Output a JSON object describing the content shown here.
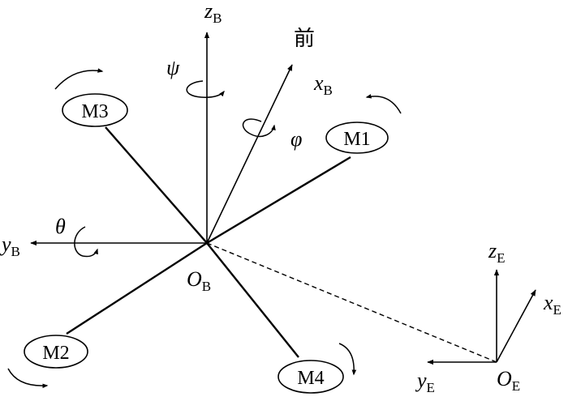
{
  "body_frame": {
    "z_axis": {
      "symbol": "z",
      "subscript": "B"
    },
    "x_axis": {
      "symbol": "x",
      "subscript": "B"
    },
    "y_axis": {
      "symbol": "y",
      "subscript": "B"
    },
    "origin": {
      "symbol": "O",
      "subscript": "B"
    },
    "forward_label": "前",
    "angles": {
      "yaw": "ψ",
      "roll": "φ",
      "pitch": "θ"
    }
  },
  "earth_frame": {
    "z_axis": {
      "symbol": "z",
      "subscript": "E"
    },
    "x_axis": {
      "symbol": "x",
      "subscript": "E"
    },
    "y_axis": {
      "symbol": "y",
      "subscript": "E"
    },
    "origin": {
      "symbol": "O",
      "subscript": "E"
    }
  },
  "motors": [
    {
      "label": "M1"
    },
    {
      "label": "M2"
    },
    {
      "label": "M3"
    },
    {
      "label": "M4"
    }
  ]
}
